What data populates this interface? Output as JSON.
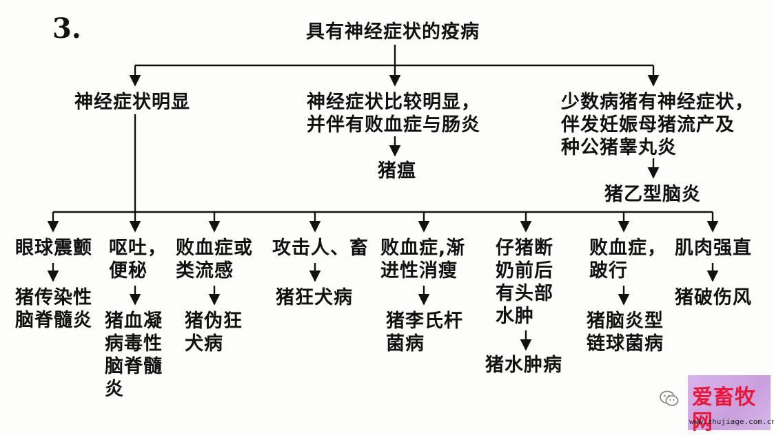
{
  "figure_number": "3.",
  "nodes": {
    "root": "具有神经症状的疫病",
    "b1": "神经症状明显",
    "b2": "神经症状比较明显，\n并伴有败血症与肠炎",
    "b2_result": "猪瘟",
    "b3": "少数病猪有神经症状，\n伴发妊娠母猪流产及\n种公猪睾丸炎",
    "b3_result": "猪乙型脑炎",
    "s1": "眼球震颤",
    "s1_result": "猪传染性\n脑脊髓炎",
    "s2": "呕吐，\n便秘",
    "s2_result": "猪血凝\n病毒性\n脑脊髓\n炎",
    "s3": "败血症或\n类流感",
    "s3_result": "猪伪狂\n犬病",
    "s4": "攻击人、畜",
    "s4_result": "猪狂犬病",
    "s5": "败血症,渐\n进性消瘦",
    "s5_result": "猪李氏杆\n菌病",
    "s6": "仔猪断\n奶前后\n有头部\n水肿",
    "s6_result": "猪水肿病",
    "s7": "败血症，\n跛行",
    "s7_result": "猪脑炎型\n链球菌病",
    "s8": "肌肉强直",
    "s8_result": "猪破伤风"
  },
  "watermark": {
    "text": "爱畜牧网",
    "url": "www.zhujiage.com.cn",
    "icon": "wechat-icon"
  }
}
